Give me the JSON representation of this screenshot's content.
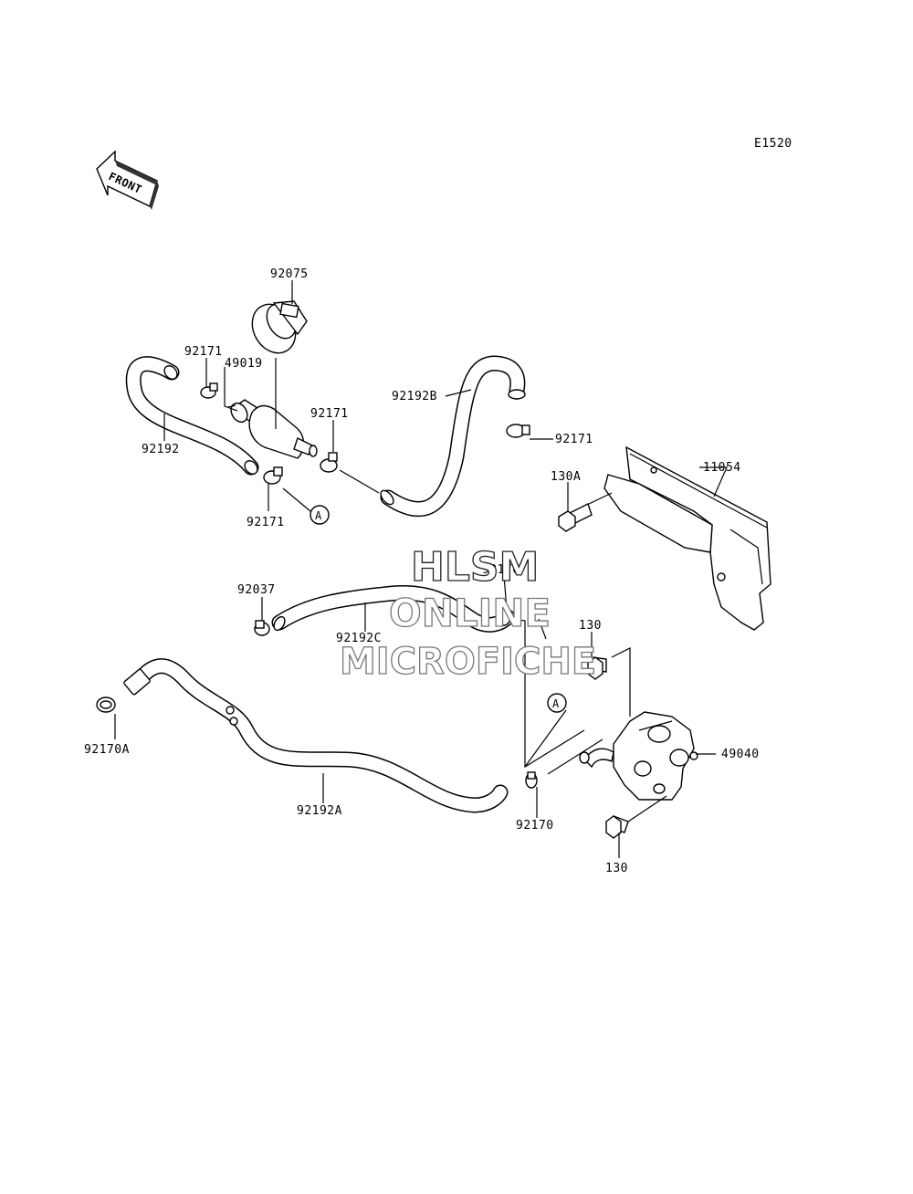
{
  "diagram": {
    "code": "E1520",
    "front_label": "FRONT",
    "circle_marker": "A",
    "labels": {
      "p92075": "92075",
      "p92171_a": "92171",
      "p49019": "49019",
      "p92192": "92192",
      "p92171_b": "92171",
      "p92171_c": "92171",
      "p92192b": "92192B",
      "p92171_d": "92171",
      "p130a": "130A",
      "p11054": "11054",
      "p92037": "92037",
      "p92170_top": "92170",
      "p92192c": "92192C",
      "p130_top": "130",
      "p92170a": "92170A",
      "p49040": "49040",
      "p92192a": "92192A",
      "p92170_bottom": "92170",
      "p130_bottom": "130"
    }
  },
  "watermark": {
    "line1": "HLSM",
    "line2": "ONLINE",
    "line3": "MICROFICHE"
  }
}
